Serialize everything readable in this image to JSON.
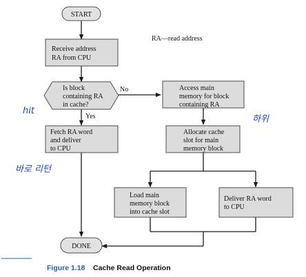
{
  "legend_text": "RA—read address",
  "nodes": {
    "start": "START",
    "receive": [
      "Receive address",
      "RA from CPU"
    ],
    "decision": [
      "Is block",
      "containing RA",
      "in cache?"
    ],
    "access": [
      "Access main",
      "memory for block",
      "containing RA"
    ],
    "fetch": [
      "Fetch RA word",
      "and deliver",
      "to CPU"
    ],
    "allocate": [
      "Allocate cache",
      "slot for main",
      "memory block"
    ],
    "load": [
      "Load main",
      "memory block",
      "into cache slot"
    ],
    "deliver": [
      "Deliver RA word",
      "to CPU"
    ],
    "done": "DONE"
  },
  "edge_labels": {
    "no": "No",
    "yes": "Yes"
  },
  "caption": {
    "number": "Figure 1.18",
    "title": "Cache Read Operation"
  },
  "annotations": {
    "hit": "hit",
    "hit_korean": "바로 리턴",
    "miss_korean": "하위"
  },
  "colors": {
    "box_fill": "#dcdcdc",
    "caption_number": "#1f63b5",
    "handwriting": "#2346c8"
  }
}
